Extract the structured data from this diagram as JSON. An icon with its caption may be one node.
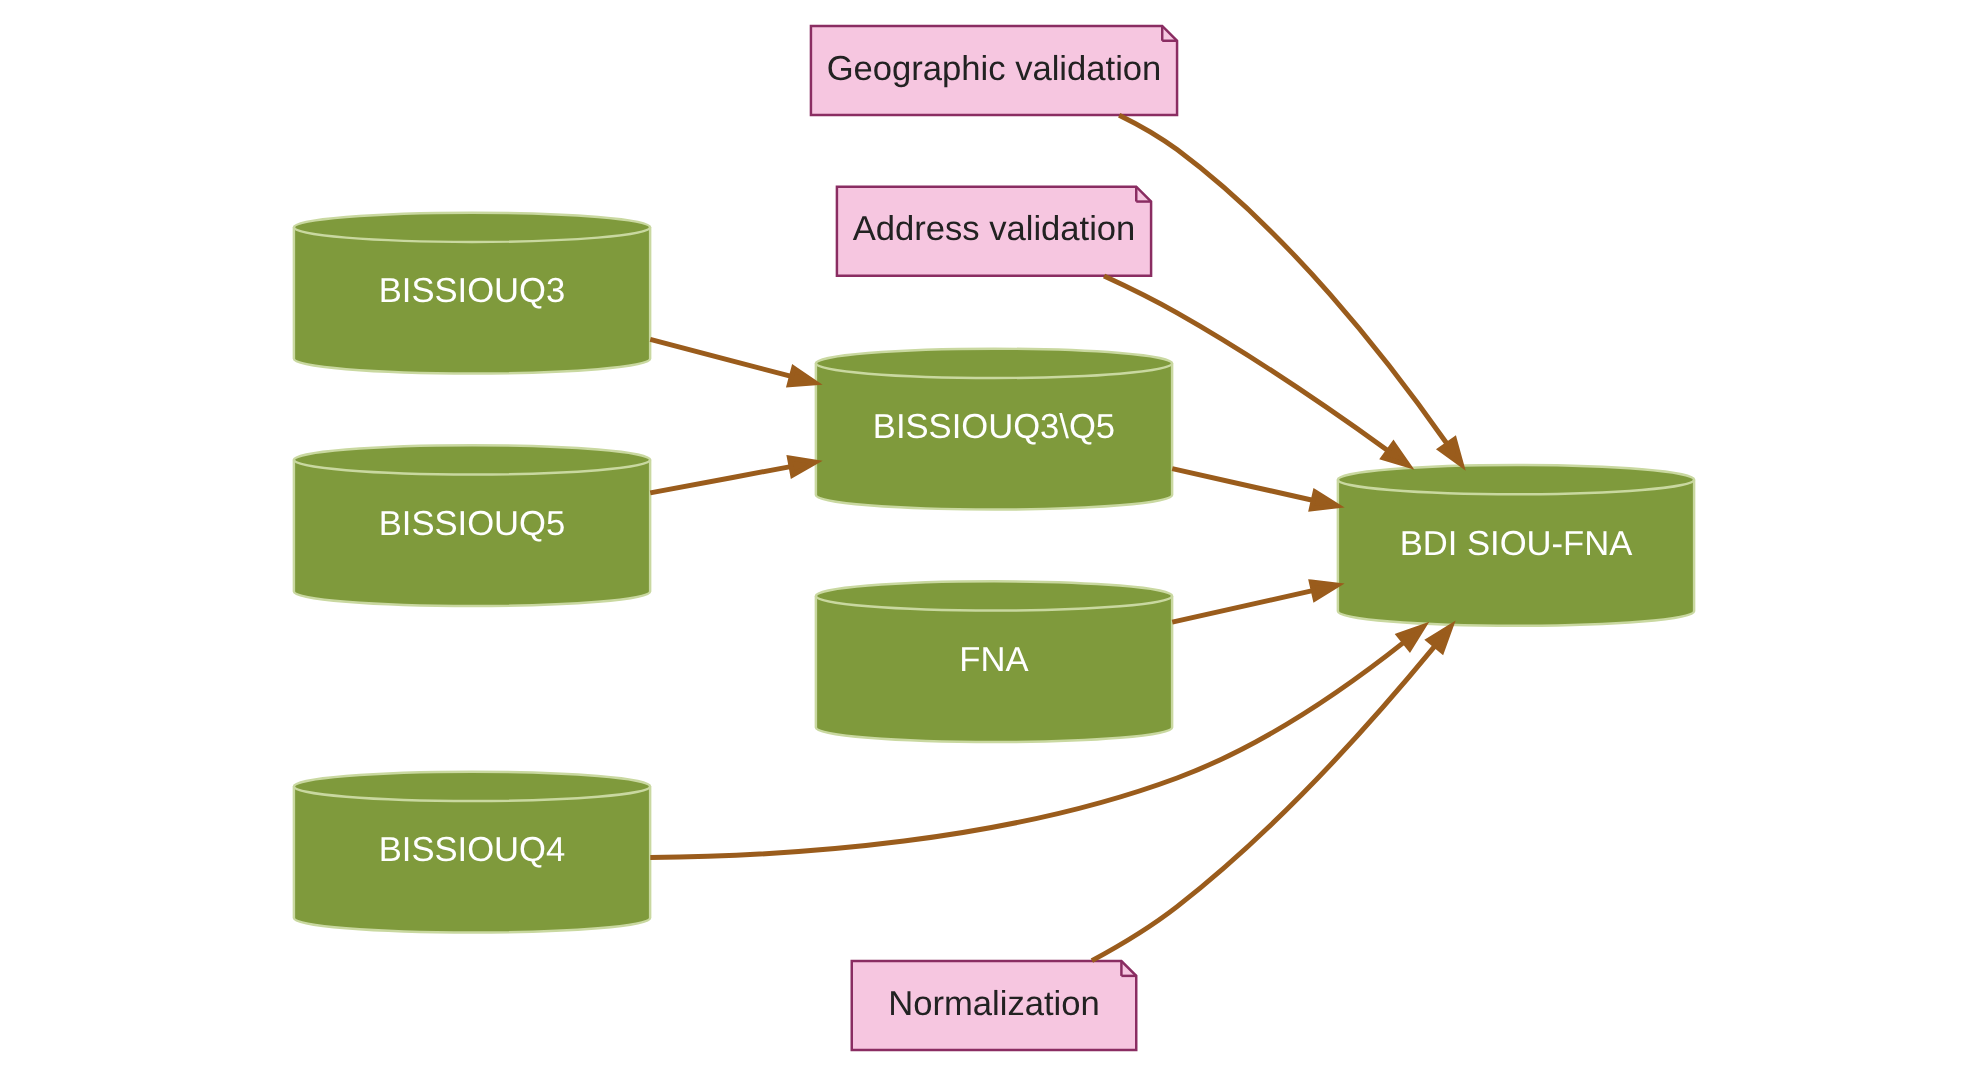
{
  "diagram": {
    "nodes": [
      {
        "text": [
          "Geographic validation"
        ]
      },
      {
        "text": [
          "Address validation"
        ]
      },
      {
        "text": [
          "BISSIOUQ3"
        ]
      },
      {
        "text": [
          "BISSIOUQ3\\Q5"
        ]
      },
      {
        "text": [
          "BDI SIOU-FNA"
        ]
      },
      {
        "text": [
          "FNA"
        ]
      },
      {
        "text": [
          "BISSIOUQ5"
        ]
      },
      {
        "text": [
          "BISSIOUQ4"
        ]
      },
      {
        "text": [
          "Normalization"
        ]
      }
    ],
    "edges": [
      {
        "from": 2,
        "to": 3,
        "arrow": "to"
      },
      {
        "from": 6,
        "to": 3,
        "arrow": "to"
      },
      {
        "from": 3,
        "to": 4,
        "arrow": "to"
      },
      {
        "from": 7,
        "to": 4,
        "arrow": "to"
      },
      {
        "from": 0,
        "to": 4,
        "arrow": "to"
      },
      {
        "from": 1,
        "to": 4,
        "arrow": "to"
      },
      {
        "from": 5,
        "to": 4,
        "arrow": "to"
      },
      {
        "from": 8,
        "to": 4,
        "arrow": "to"
      }
    ]
  }
}
